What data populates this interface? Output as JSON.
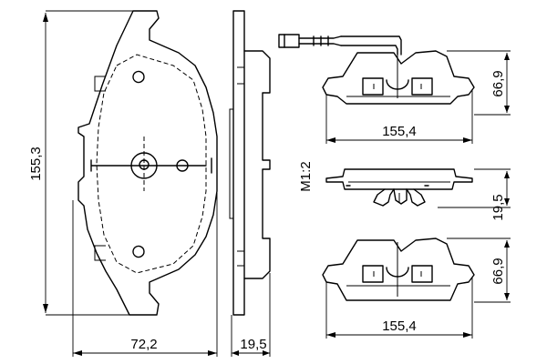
{
  "dimensions": {
    "height_main": "155,3",
    "width_main": "72,2",
    "thickness": "19,5",
    "length_top": "155,4",
    "height_top": "66,9",
    "scale": "M1:2",
    "thickness_mid": "19,5",
    "length_bottom": "155,4",
    "height_bottom": "66,9"
  }
}
